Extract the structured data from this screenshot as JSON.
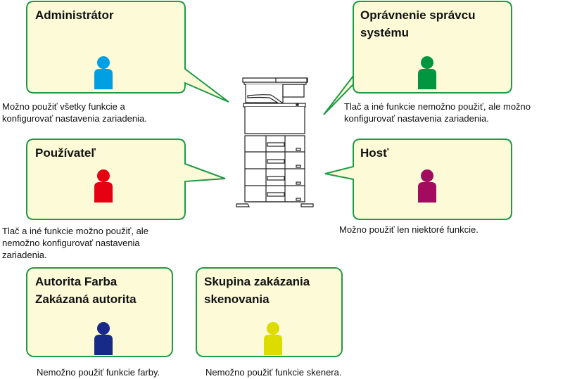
{
  "diagram": {
    "colors": {
      "bubble_fill": "#fdfad8",
      "bubble_stroke": "#1f9a47"
    },
    "center_device": {
      "icon": "printer-icon",
      "label_hidden": true
    },
    "roles": [
      {
        "id": "administrator",
        "title_lines": [
          "Administrátor"
        ],
        "desc_lines": [
          "Možno použiť všetky funkcie a",
          "konfigurovať nastavenia zariadenia."
        ],
        "icon": "user-icon",
        "color": "#009fe3"
      },
      {
        "id": "system-admin",
        "title_lines": [
          "Oprávnenie správcu",
          "systému"
        ],
        "desc_lines": [
          "Tlač a iné funkcie nemožno použiť, ale možno",
          "konfigurovať nastavenia zariadenia."
        ],
        "icon": "user-icon",
        "color": "#009640"
      },
      {
        "id": "user",
        "title_lines": [
          "Používateľ"
        ],
        "desc_lines": [
          "Tlač a iné funkcie možno použiť, ale",
          "nemožno konfigurovať nastavenia",
          "zariadenia."
        ],
        "icon": "user-icon",
        "color": "#e50012"
      },
      {
        "id": "guest",
        "title_lines": [
          "Hosť"
        ],
        "desc_lines": [
          "Možno použiť len niektoré funkcie."
        ],
        "icon": "user-icon",
        "color": "#a20b5e"
      },
      {
        "id": "color-disabled",
        "title_lines": [
          "Autorita Farba",
          "Zakázaná autorita"
        ],
        "desc_lines": [
          "Nemožno použiť funkcie farby."
        ],
        "icon": "user-icon",
        "color": "#172a88"
      },
      {
        "id": "scan-disabled",
        "title_lines": [
          "Skupina zakázania",
          "skenovania"
        ],
        "desc_lines": [
          "Nemožno použiť funkcie skenera."
        ],
        "icon": "user-icon",
        "color": "#dcdc00"
      }
    ]
  }
}
